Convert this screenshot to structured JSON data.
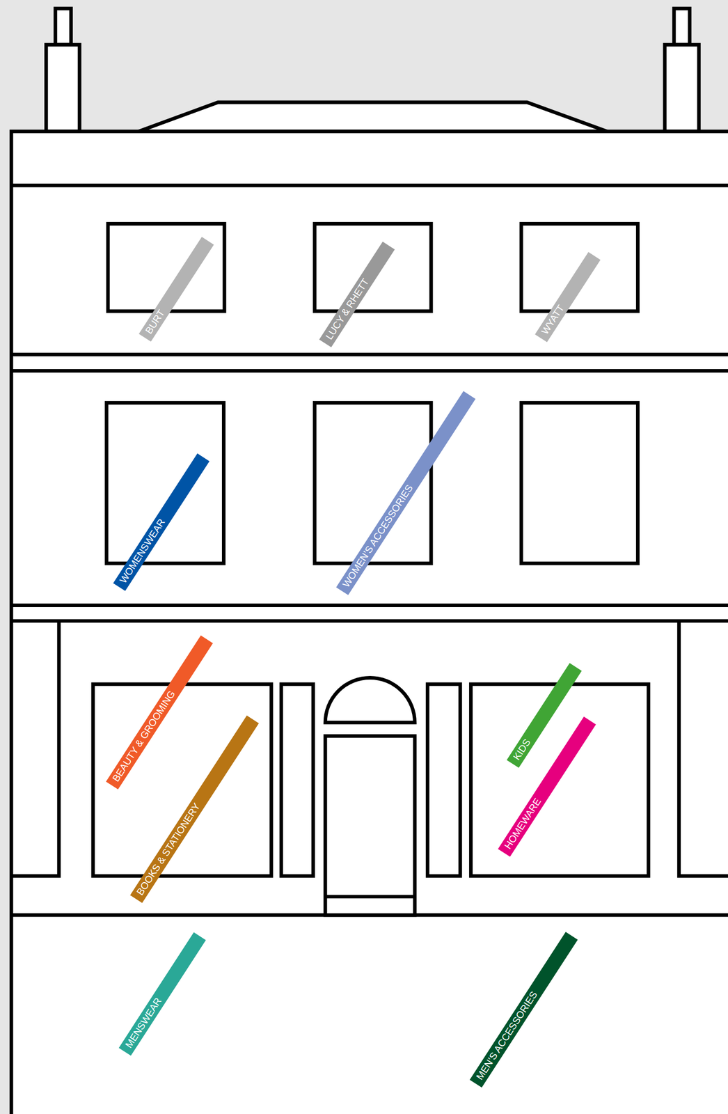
{
  "diagram": {
    "nodes": [
      {
        "text": [
          "BURT"
        ]
      },
      {
        "text": [
          "LUCY & RHETT"
        ]
      },
      {
        "text": [
          "WYATT"
        ]
      },
      {
        "text": [
          "WOMENSWEAR"
        ]
      },
      {
        "text": [
          "WOMEN’S ACCESSORIES"
        ]
      },
      {
        "text": [
          "BEAUTY & GROOMING"
        ]
      },
      {
        "text": [
          "BOOKS & STATIONERY"
        ]
      },
      {
        "text": [
          "KIDS"
        ]
      },
      {
        "text": [
          "HOMEWARE"
        ]
      },
      {
        "text": [
          "MENSWEAR"
        ]
      },
      {
        "text": [
          "MEN’S ACCESSORIES"
        ]
      }
    ]
  }
}
